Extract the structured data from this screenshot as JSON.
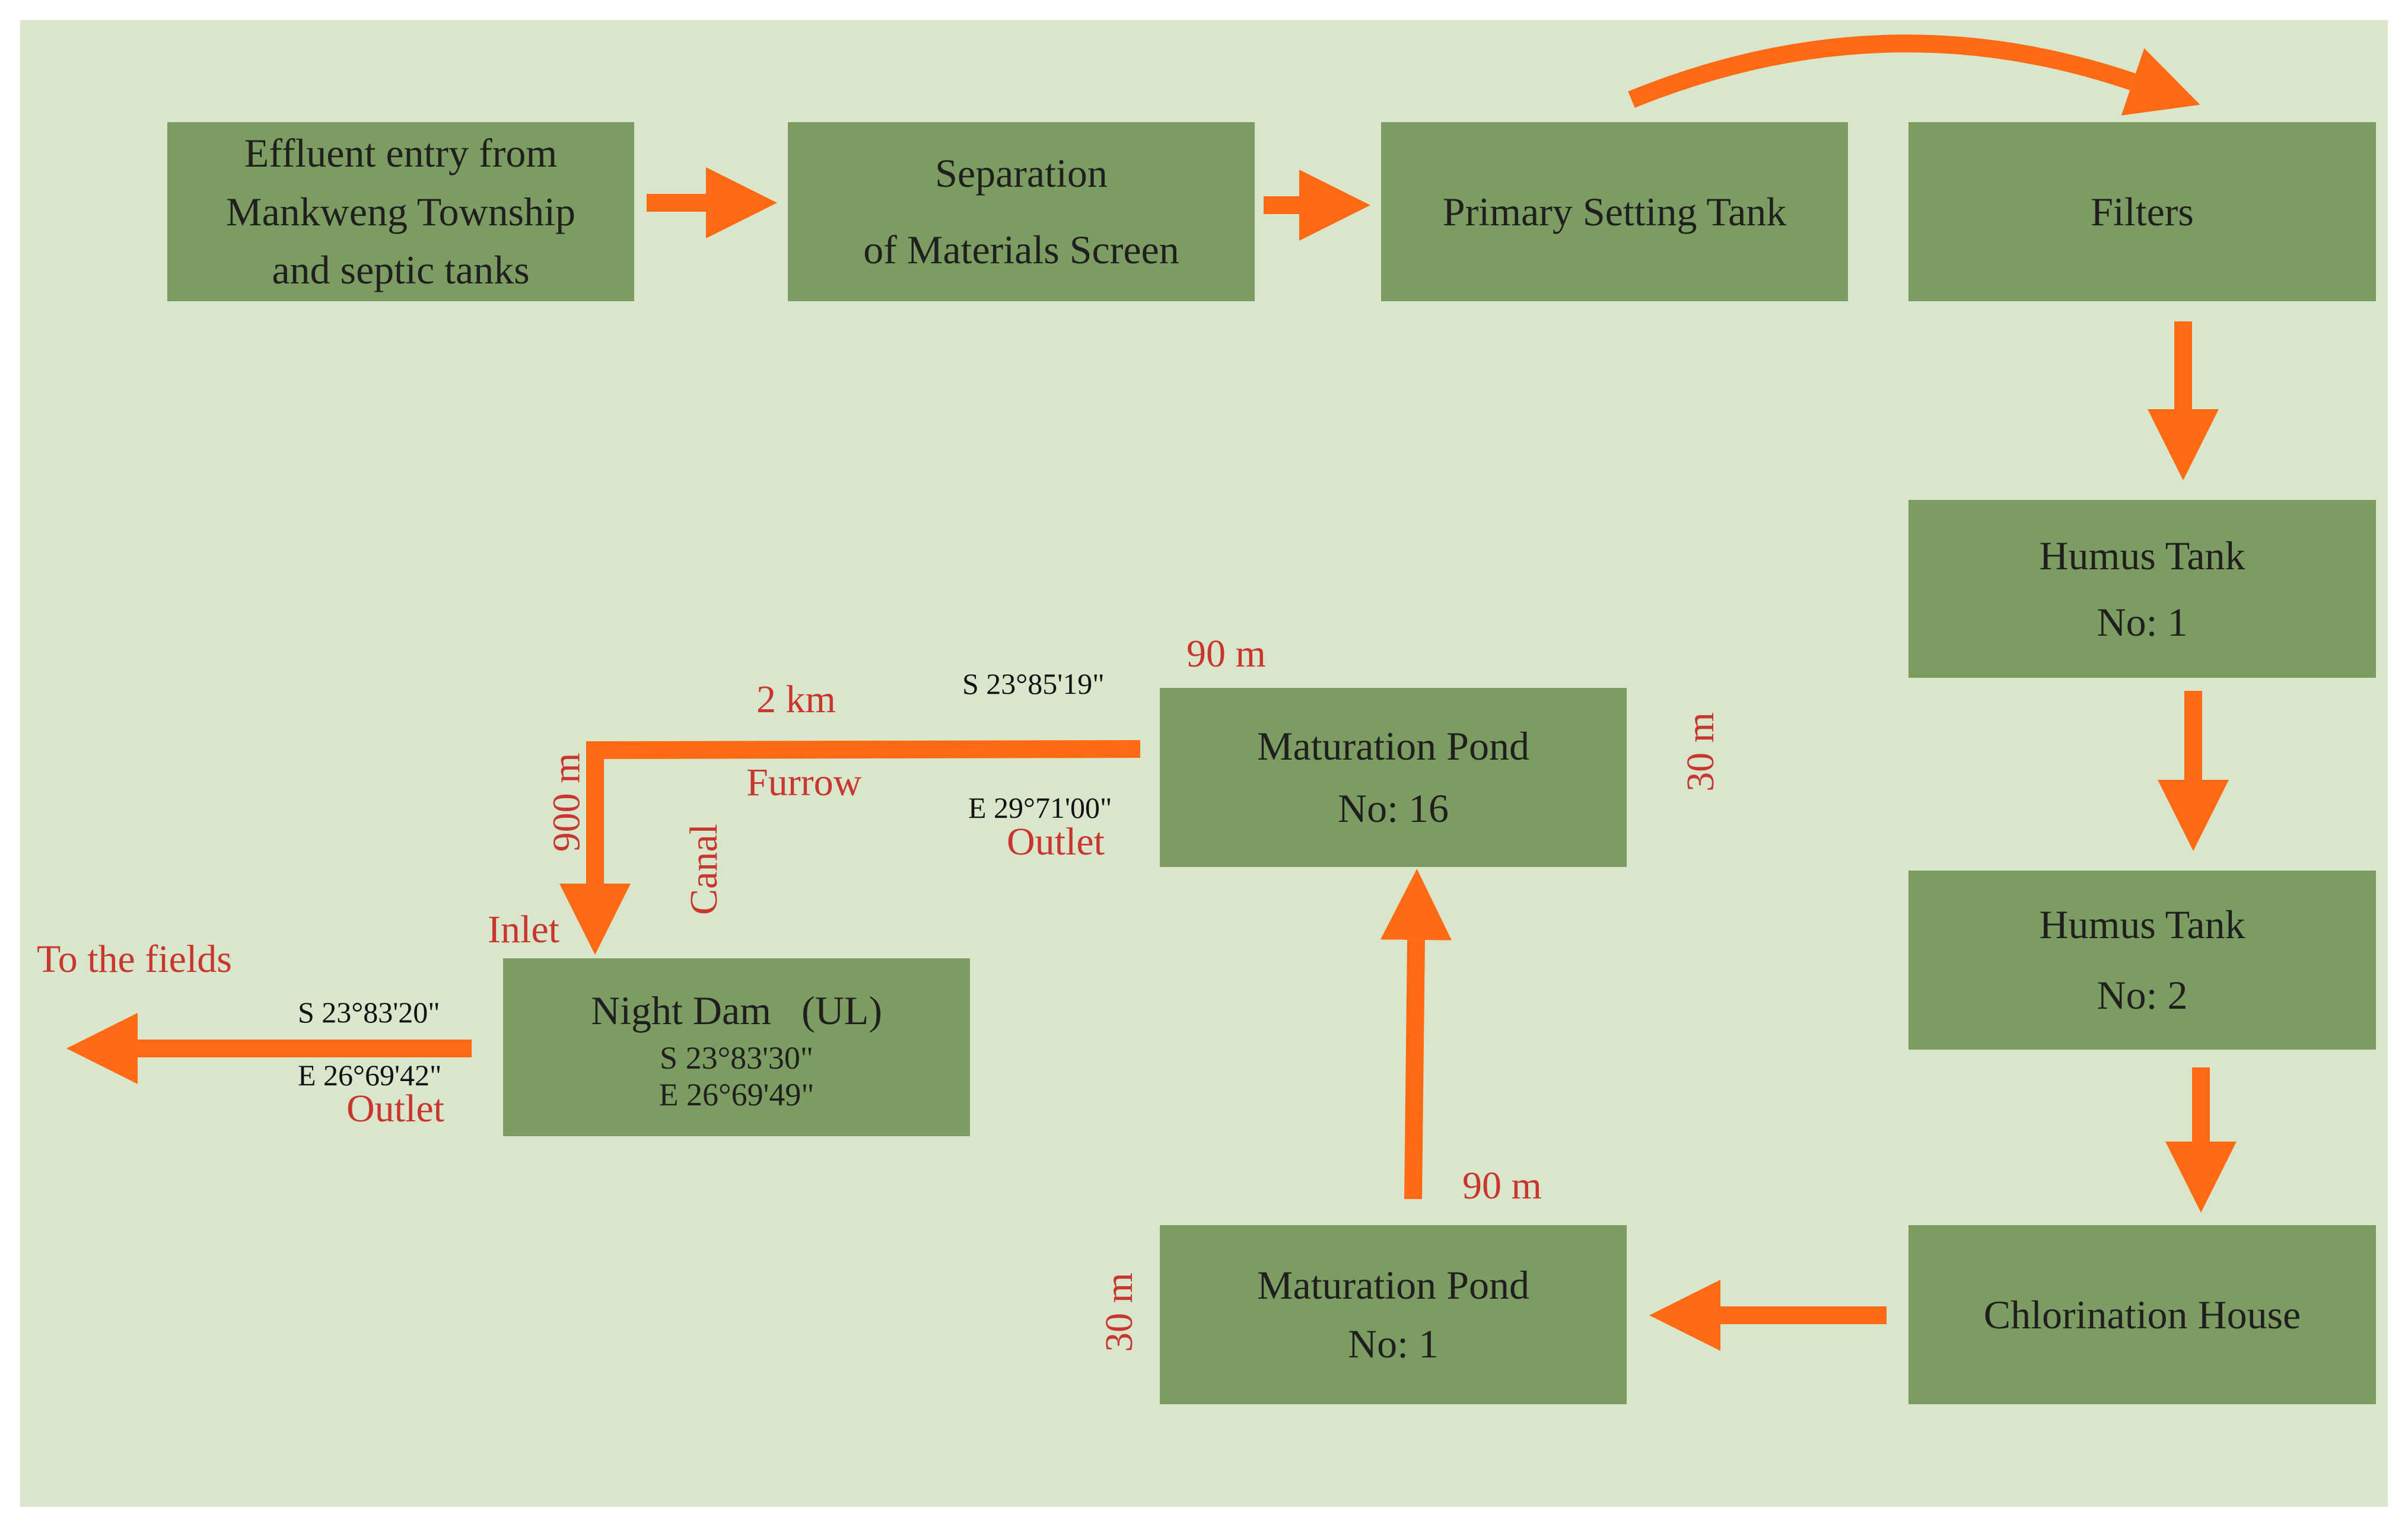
{
  "boxes": {
    "effluent_entry": [
      "Effluent entry from",
      "Mankweng  Township",
      "and septic tanks"
    ],
    "separation_screen": [
      "Separation",
      "of Materials Screen"
    ],
    "primary_setting_tank": "Primary Setting Tank",
    "filters": "Filters",
    "humus_tank_1": [
      "Humus Tank",
      "No: 1"
    ],
    "humus_tank_2": [
      "Humus Tank",
      "No: 2"
    ],
    "chlorination_house": "Chlorination House",
    "maturation_pond_1": [
      "Maturation Pond",
      "No: 1"
    ],
    "maturation_pond_16": [
      "Maturation Pond",
      "No: 16"
    ],
    "night_dam": {
      "title": "Night Dam   (UL)",
      "lat": "S 23°83'30\"",
      "lon": "E 26°69'49\""
    }
  },
  "labels": {
    "pond16_length": "90 m",
    "pond16_width": "30 m",
    "pond1_length": "90 m",
    "pond1_width": "30 m",
    "pond16_lat": "S 23°85'19\"",
    "pond16_lon": "E 29°71'00\"",
    "pond16_outlet": "Outlet",
    "furrow_length": "2 km",
    "furrow": "Furrow",
    "canal_length": "900 m",
    "canal": "Canal",
    "dam_inlet": "Inlet",
    "to_fields": "To the fields",
    "fields_lat": "S 23°83'20\"",
    "fields_lon": "E 26°69'42\"",
    "dam_outlet": "Outlet"
  },
  "colors": {
    "background": "#d9e6cc",
    "box_fill": "#7d9c61",
    "arrow": "#ff6a13",
    "red_text": "#c8362e"
  }
}
